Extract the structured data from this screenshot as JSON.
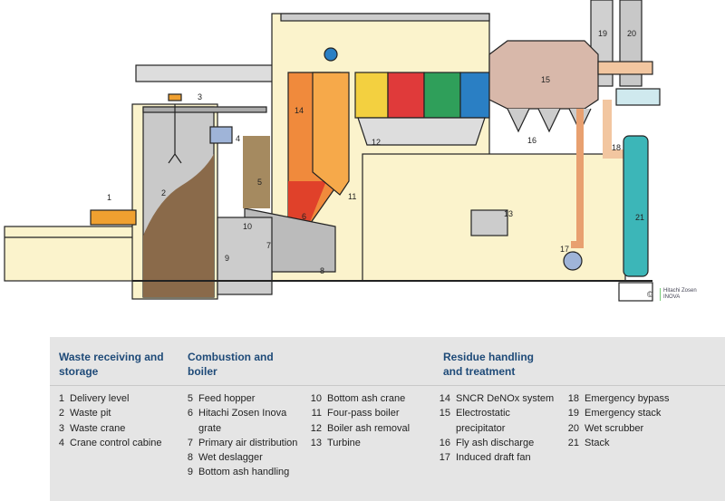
{
  "diagram": {
    "labels": [
      "1",
      "2",
      "3",
      "4",
      "5",
      "6",
      "7",
      "8",
      "9",
      "10",
      "11",
      "12",
      "13",
      "14",
      "15",
      "16",
      "17",
      "18",
      "19",
      "20",
      "21"
    ],
    "copyright_symbol": "©",
    "copyright_line1": "Hitachi Zosen",
    "copyright_line2": "INOVA"
  },
  "legend": {
    "groups": [
      {
        "heading": "Waste receiving and storage",
        "items": [
          {
            "n": "1",
            "t": "Delivery level"
          },
          {
            "n": "2",
            "t": "Waste pit"
          },
          {
            "n": "3",
            "t": "Waste crane"
          },
          {
            "n": "4",
            "t": "Crane control cabine"
          }
        ]
      },
      {
        "heading": "Combustion and boiler",
        "items": [
          {
            "n": "5",
            "t": "Feed hopper"
          },
          {
            "n": "6",
            "t": "Hitachi Zosen Inova grate"
          },
          {
            "n": "7",
            "t": "Primary air distribution"
          },
          {
            "n": "8",
            "t": "Wet deslagger"
          },
          {
            "n": "9",
            "t": "Bottom ash handling"
          }
        ]
      },
      {
        "heading": "",
        "items": [
          {
            "n": "10",
            "t": "Bottom ash crane"
          },
          {
            "n": "11",
            "t": "Four-pass boiler"
          },
          {
            "n": "12",
            "t": "Boiler ash removal"
          },
          {
            "n": "13",
            "t": "Turbine"
          }
        ]
      },
      {
        "heading": "Residue handling and treatment",
        "items": [
          {
            "n": "14",
            "t": "SNCR DeNOx system"
          },
          {
            "n": "15",
            "t": "Electrostatic precipitator"
          },
          {
            "n": "16",
            "t": "Fly ash discharge"
          },
          {
            "n": "17",
            "t": "Induced draft fan"
          }
        ]
      },
      {
        "heading": "",
        "items": [
          {
            "n": "18",
            "t": "Emergency bypass"
          },
          {
            "n": "19",
            "t": "Emergency stack"
          },
          {
            "n": "20",
            "t": "Wet scrubber"
          },
          {
            "n": "21",
            "t": "Stack"
          }
        ]
      }
    ]
  }
}
